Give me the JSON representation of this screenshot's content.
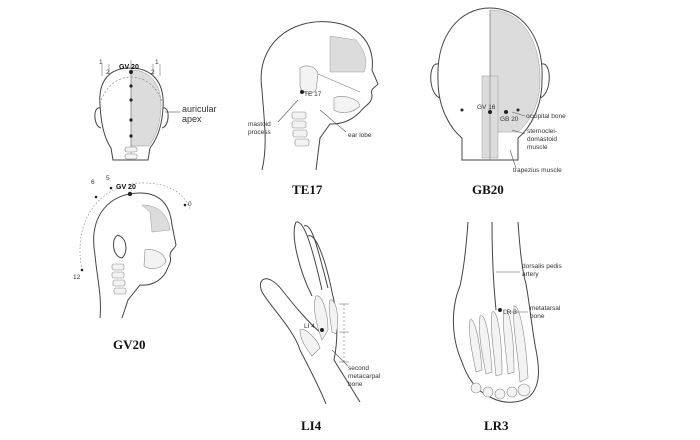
{
  "panels": {
    "gv20_back": {
      "point_label": "GV 20",
      "scale_marks": [
        "1",
        "2",
        "1",
        "2"
      ],
      "callout": "auricular\napex"
    },
    "te17": {
      "title": "TE17",
      "point_label": "TE 17",
      "callout_process": "mastoid\nprocess",
      "callout_ear": "ear lobe"
    },
    "gb20": {
      "title": "GB20",
      "point_label_left": "GV 16",
      "point_label_right": "GB 20",
      "callout_occipital": "occipital bone",
      "callout_muscle": "sternoclei-\ndomastoid\nmuscle",
      "callout_trapezius": "trapezius muscle"
    },
    "gv20_side": {
      "title": "GV20",
      "point_label": "GV 20",
      "scale_marks": [
        "6",
        "5",
        "0",
        "12"
      ]
    },
    "li4": {
      "title": "LI4",
      "point_label": "LI 4",
      "callout_bone": "second\nmetacarpal\nbone"
    },
    "lr3": {
      "title": "LR3",
      "point_label": "LR 3",
      "callout_artery": "dorsalis pedis\nartery",
      "callout_bone": "metatarsal\nbone"
    }
  }
}
